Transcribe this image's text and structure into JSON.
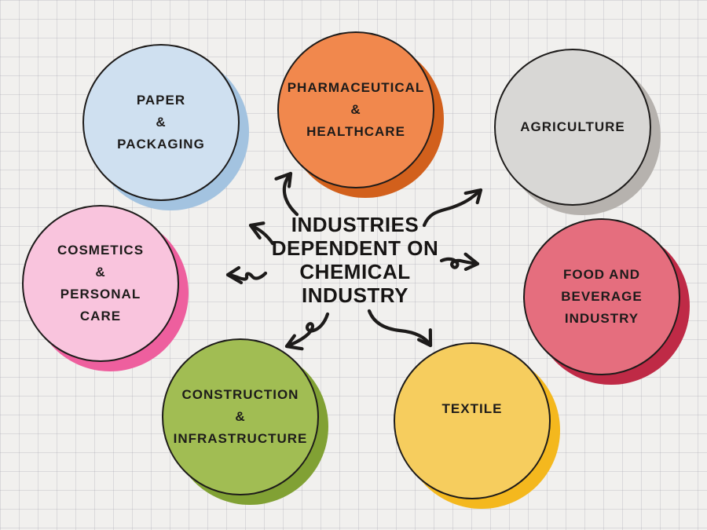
{
  "page": {
    "background_color": "#f1f0ee",
    "grid_color": "#a8a8b4",
    "ink_color": "#1d1b1a"
  },
  "center_title": {
    "text": "INDUSTRIES\nDEPENDENT ON\nCHEMICAL\nINDUSTRY"
  },
  "nodes": [
    {
      "id": "paper-packaging",
      "text": "PAPER\n&\nPACKAGING",
      "fill": "#cfe0f0",
      "shadow": "#a3c3e0"
    },
    {
      "id": "pharmaceutical-healthcare",
      "text": "PHARMACEUTICAL\n&\nHEALTHCARE",
      "fill": "#f1884d",
      "shadow": "#d2601c"
    },
    {
      "id": "agriculture",
      "text": "AGRICULTURE",
      "fill": "#d8d7d5",
      "shadow": "#b6b2ae"
    },
    {
      "id": "cosmetics-personal-care",
      "text": "COSMETICS\n&\nPERSONAL\nCARE",
      "fill": "#f9c4dd",
      "shadow": "#ee5f9e"
    },
    {
      "id": "food-beverage-industry",
      "text": "FOOD AND\nBEVERAGE\nINDUSTRY",
      "fill": "#e56e7e",
      "shadow": "#bf2a46"
    },
    {
      "id": "construction-infrastructure",
      "text": "CONSTRUCTION\n&\nINFRASTRUCTURE",
      "fill": "#a1bd53",
      "shadow": "#81a134"
    },
    {
      "id": "textile",
      "text": "TEXTILE",
      "fill": "#f6cd5e",
      "shadow": "#f4b81e"
    }
  ],
  "arrows": {
    "color": "#1d1b1a",
    "targets": [
      "paper-packaging",
      "pharmaceutical-healthcare",
      "agriculture",
      "cosmetics-personal-care",
      "food-beverage-industry",
      "construction-infrastructure",
      "textile"
    ]
  }
}
